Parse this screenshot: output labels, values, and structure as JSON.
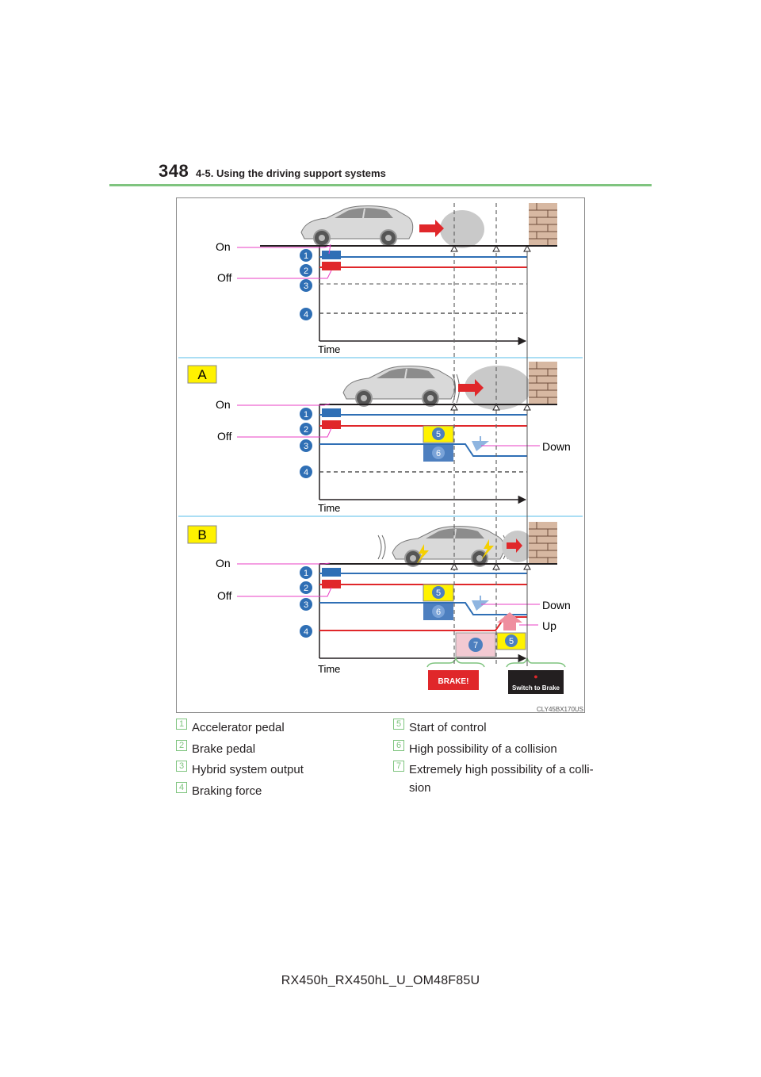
{
  "header": {
    "page_number": "348",
    "section_title": "4-5. Using the driving support systems"
  },
  "figure": {
    "code": "CLY45BX170US",
    "panels": [
      {
        "tag": "",
        "on_label": "On",
        "off_label": "Off",
        "time_label": "Time",
        "markers": [
          "1",
          "2",
          "3",
          "4"
        ]
      },
      {
        "tag": "A",
        "on_label": "On",
        "off_label": "Off",
        "time_label": "Time",
        "markers": [
          "1",
          "2",
          "3",
          "4"
        ],
        "down_label": "Down",
        "badges": [
          "5",
          "6"
        ]
      },
      {
        "tag": "B",
        "on_label": "On",
        "off_label": "Off",
        "time_label": "Time",
        "markers": [
          "1",
          "2",
          "3",
          "4"
        ],
        "down_label": "Down",
        "up_label": "Up",
        "badges": [
          "5",
          "6",
          "7",
          "5"
        ]
      }
    ],
    "brake_display": "BRAKE!",
    "switch_display": "Switch to Brake"
  },
  "legend_left": [
    {
      "num": "1",
      "text": "Accelerator pedal"
    },
    {
      "num": "2",
      "text": "Brake pedal"
    },
    {
      "num": "3",
      "text": "Hybrid system output"
    },
    {
      "num": "4",
      "text": "Braking force"
    }
  ],
  "legend_right": [
    {
      "num": "5",
      "text": "Start of control"
    },
    {
      "num": "6",
      "text": "High possibility of a collision"
    },
    {
      "num": "7",
      "text": "Extremely high possibility of a colli-",
      "cont": "sion"
    }
  ],
  "footer": {
    "text": "RX450h_RX450hL_U_OM48F85U"
  },
  "colors": {
    "accent_green": "#7fc47f",
    "blue": "#2f6fb5",
    "red": "#e0272a",
    "badge_yellow": "#fff200",
    "badge_blue": "#4d7fbf",
    "magenta": "#ea3fc5"
  }
}
